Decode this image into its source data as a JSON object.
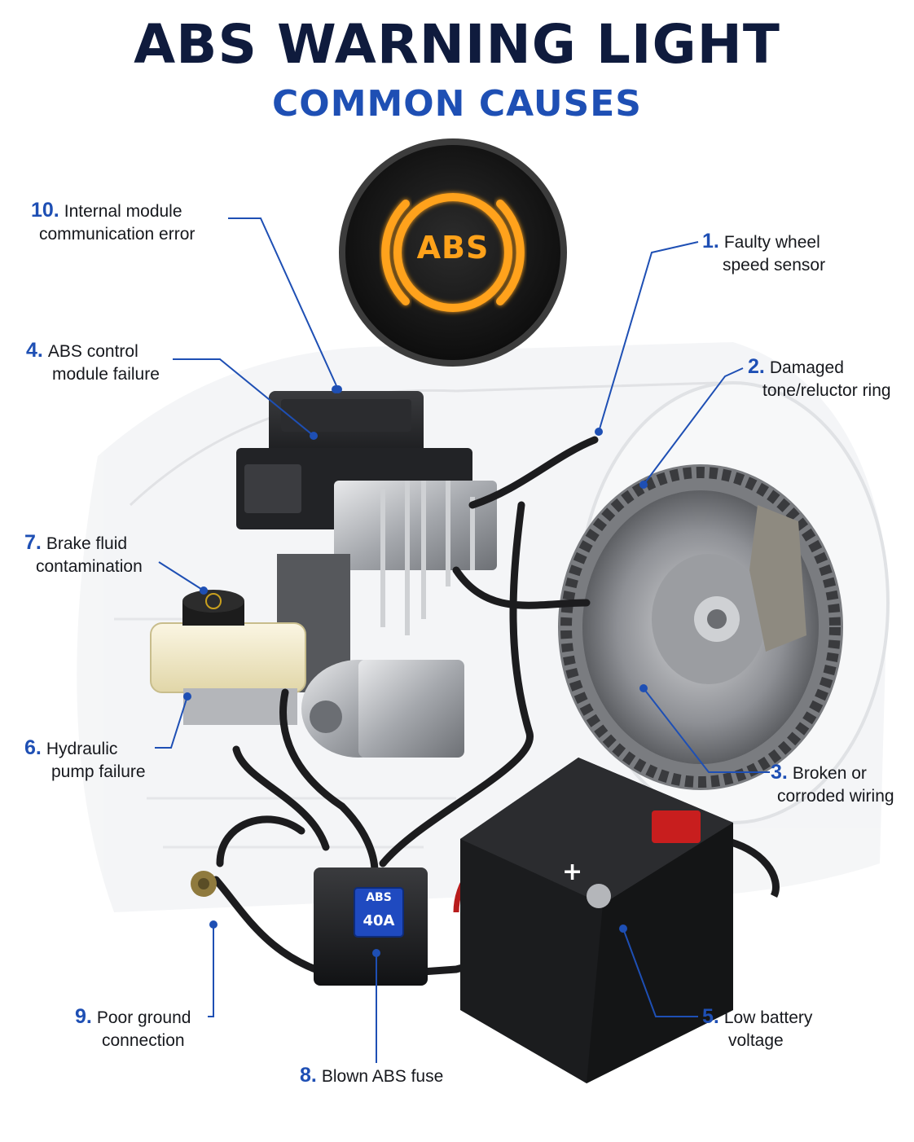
{
  "header": {
    "title": "ABS WARNING LIGHT",
    "subtitle": "COMMON CAUSES"
  },
  "warning_lamp": {
    "label": "ABS",
    "color": "#ffa21a"
  },
  "fuse": {
    "label_top": "ABS",
    "label_bottom": "40A"
  },
  "battery": {
    "terminal_symbol": "+"
  },
  "colors": {
    "title": "#0f1b3d",
    "accent": "#1e4fb4",
    "lamp": "#ffa21a",
    "battery_positive": "#c81e1e"
  },
  "callouts": [
    {
      "number": "1.",
      "line1": "Faulty wheel",
      "line2": "speed sensor"
    },
    {
      "number": "2.",
      "line1": "Damaged",
      "line2": "tone/reluctor ring"
    },
    {
      "number": "3.",
      "line1": "Broken or",
      "line2": "corroded wiring"
    },
    {
      "number": "4.",
      "line1": "ABS control",
      "line2": "module failure"
    },
    {
      "number": "5.",
      "line1": "Low battery",
      "line2": "voltage"
    },
    {
      "number": "6.",
      "line1": "Hydraulic",
      "line2": "pump failure"
    },
    {
      "number": "7.",
      "line1": "Brake fluid",
      "line2": "contamination"
    },
    {
      "number": "8.",
      "line1": "Blown ABS fuse",
      "line2": ""
    },
    {
      "number": "9.",
      "line1": "Poor ground",
      "line2": "connection"
    },
    {
      "number": "10.",
      "line1": "Internal module",
      "line2": "communication error"
    }
  ]
}
